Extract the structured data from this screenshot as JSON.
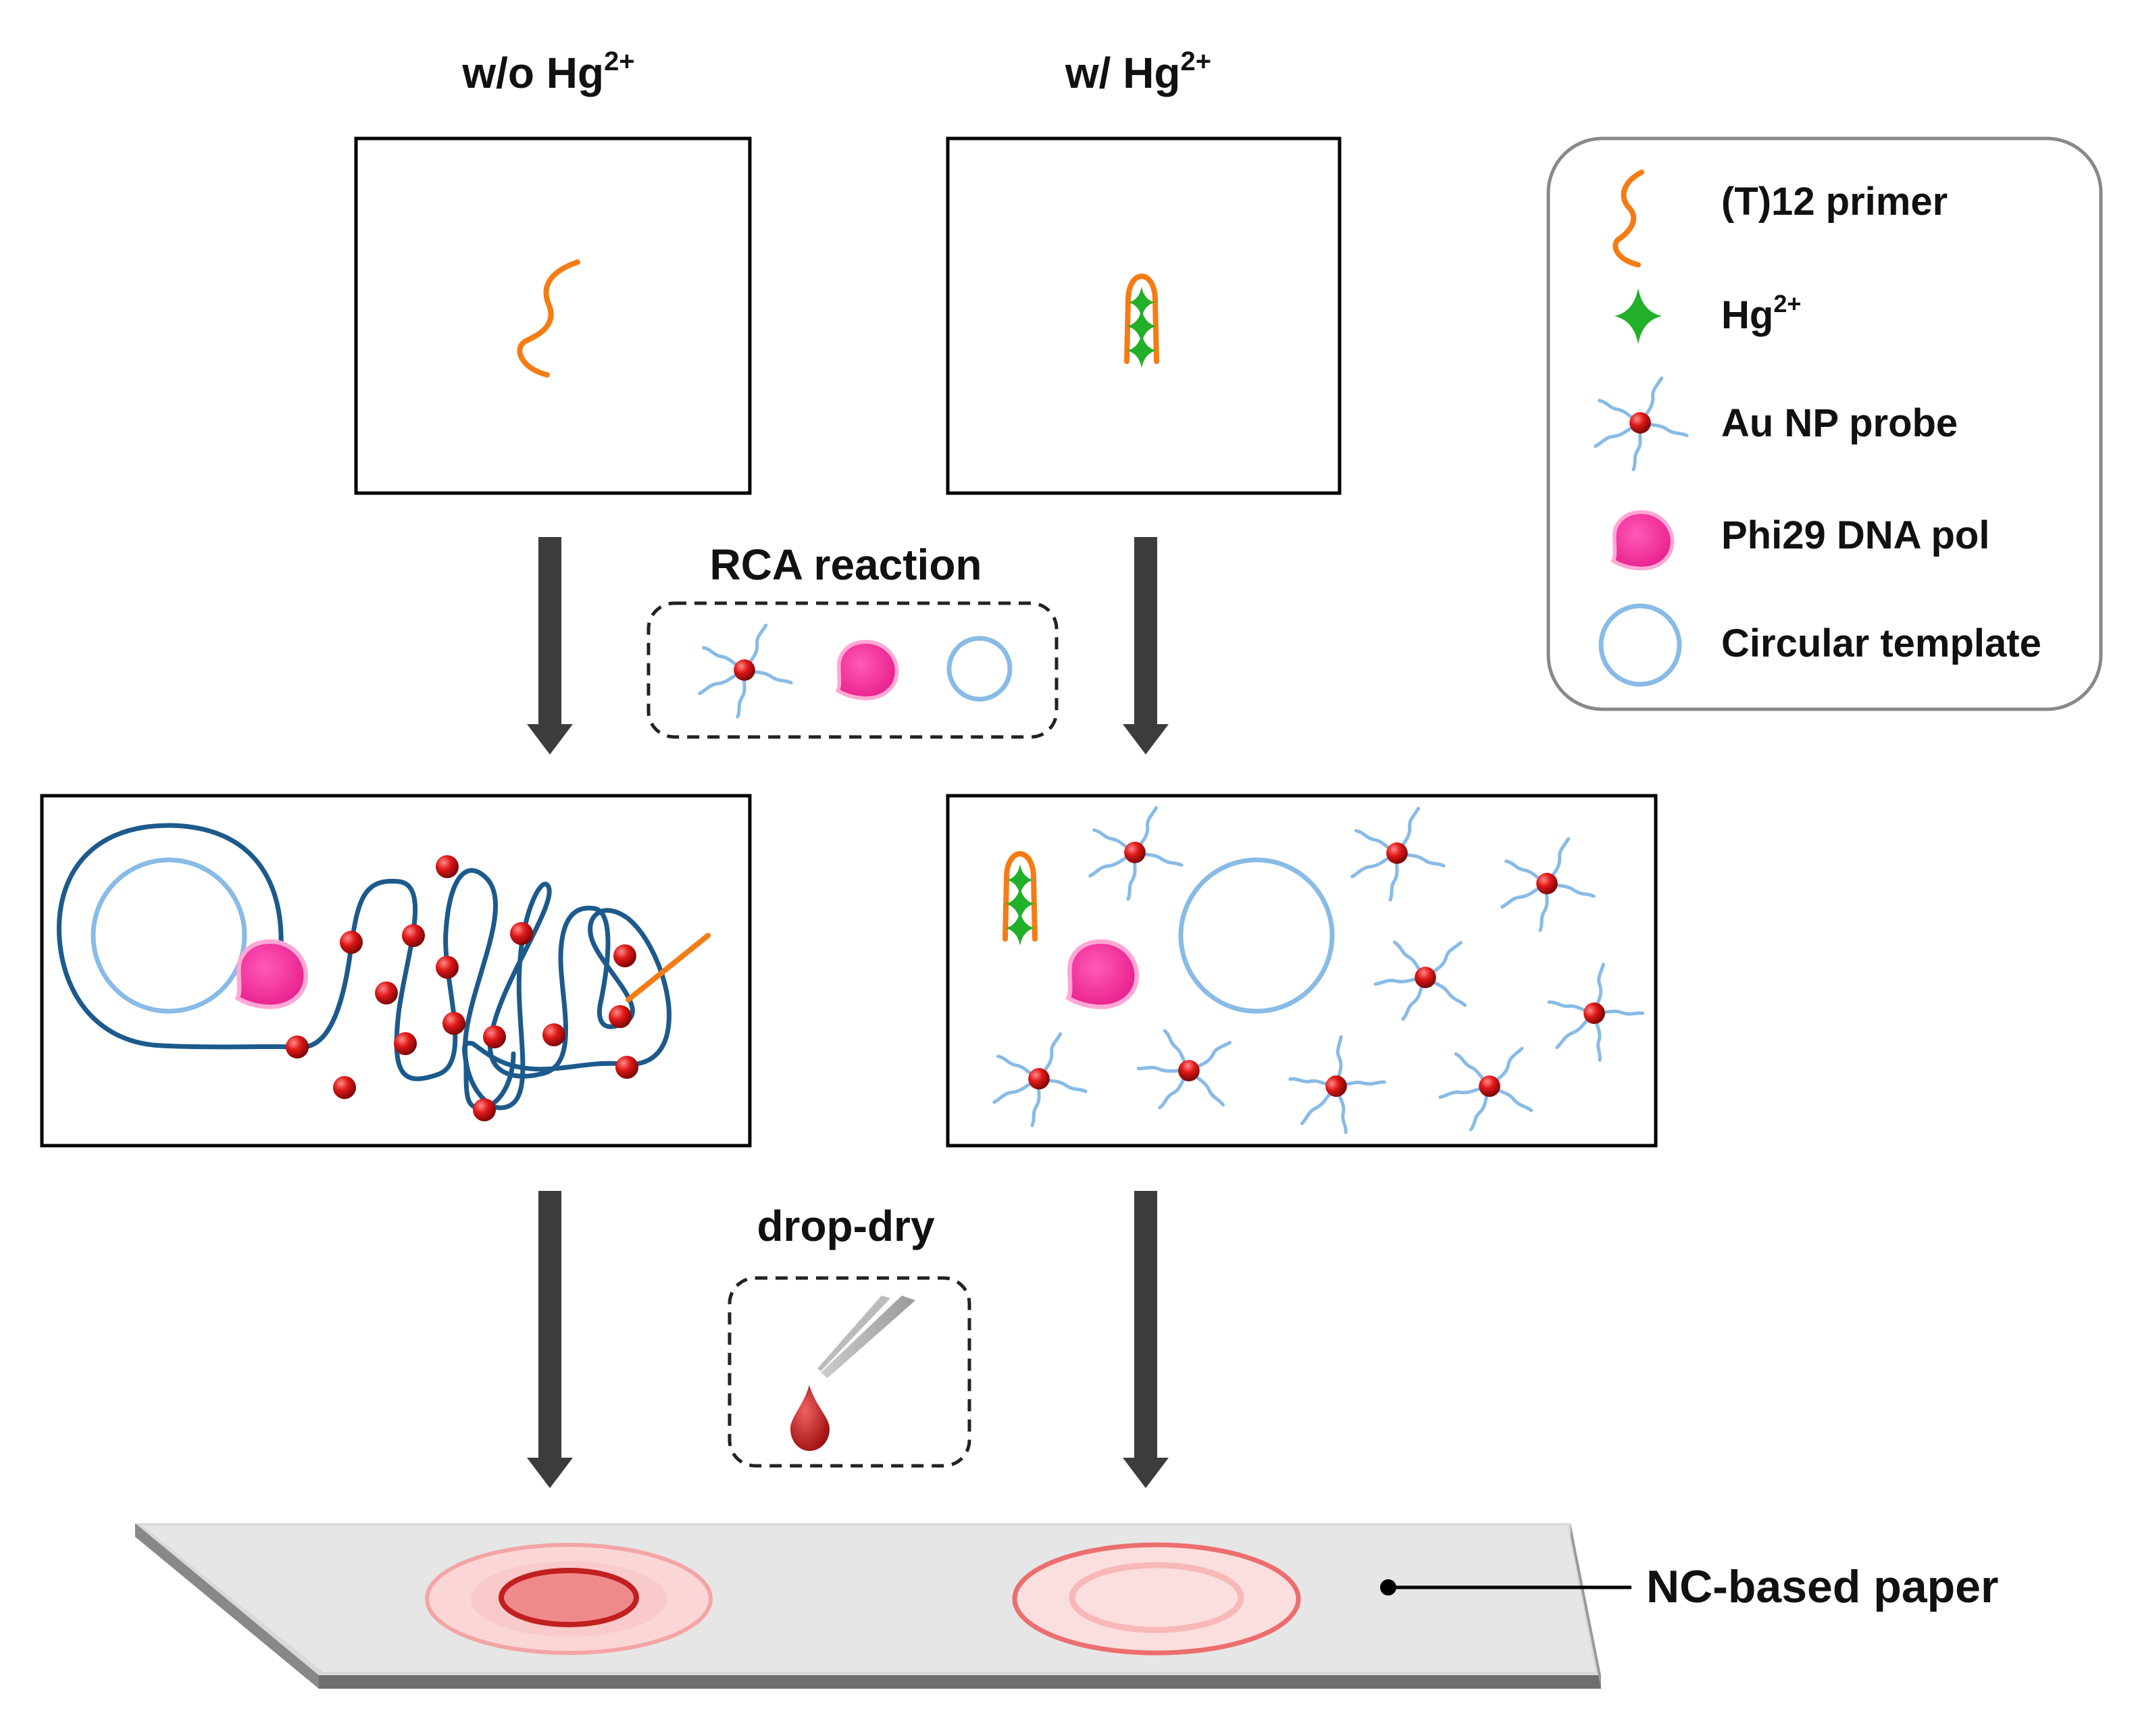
{
  "headers": {
    "left": {
      "prefix": "w/o Hg",
      "sup": "2+"
    },
    "right": {
      "prefix": "w/ Hg",
      "sup": "2+"
    }
  },
  "steps": {
    "rca": "RCA reaction",
    "drop_dry": "drop-dry"
  },
  "legend": [
    {
      "icon": "primer-icon",
      "label": "(T)12 primer"
    },
    {
      "icon": "mercury-ion-icon",
      "label": "Hg",
      "sup": "2+"
    },
    {
      "icon": "au-np-probe-icon",
      "label": "Au NP probe"
    },
    {
      "icon": "polymerase-icon",
      "label": "Phi29 DNA pol"
    },
    {
      "icon": "circular-template-icon",
      "label": "Circular template"
    }
  ],
  "paper_label": "NC-based paper",
  "colors": {
    "primer": "#f57c14",
    "mercury": "#22b02a",
    "dna_strand": "#1c5a8c",
    "template": "#88bbe6",
    "gold_np": "#cc1414",
    "polymerase": "#ee3a9a",
    "paper": "#e5e5e5",
    "arrow": "#3c3c3c",
    "spot": "#ee8a8a"
  }
}
